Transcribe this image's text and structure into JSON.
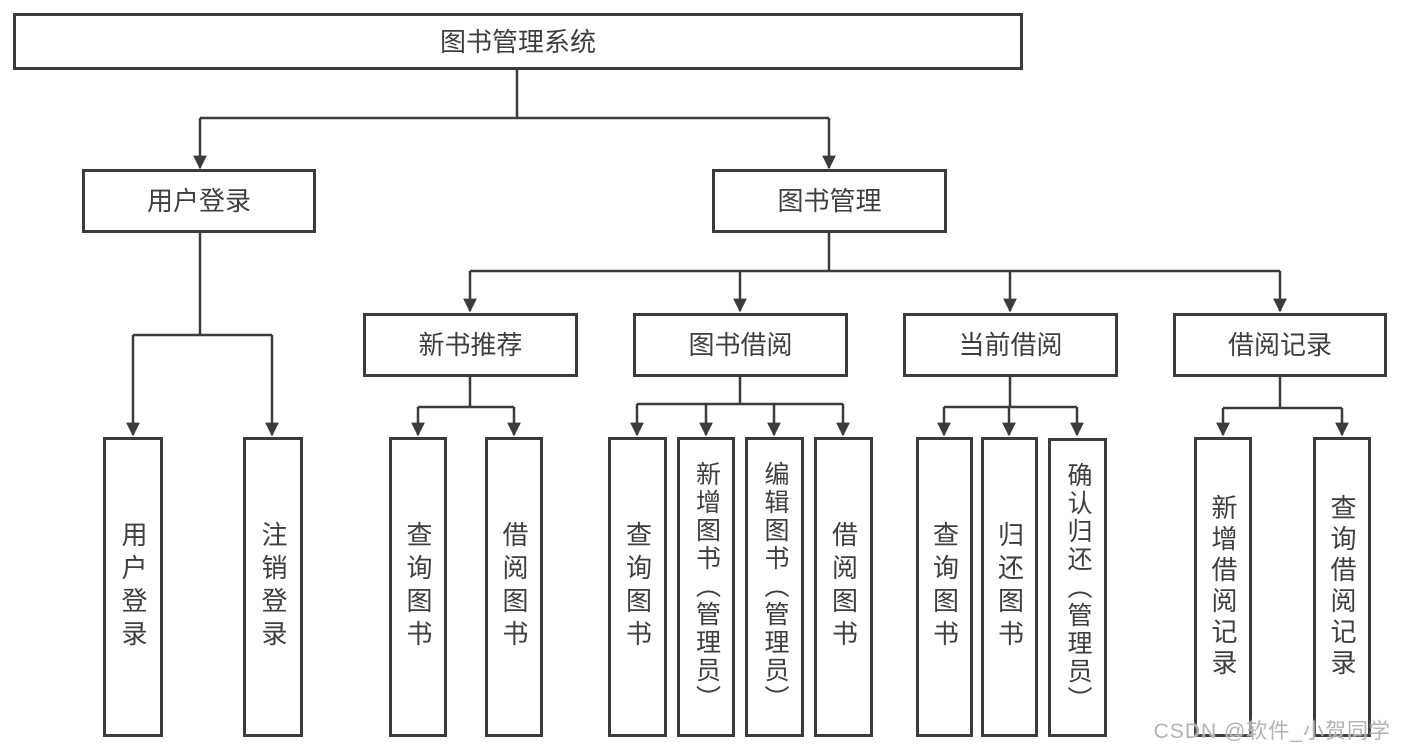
{
  "diagram": {
    "tree": {
      "root": {
        "label": "图书管理系统",
        "children": [
          {
            "label": "用户登录",
            "children": [
              {
                "label": "用户登录"
              },
              {
                "label": "注销登录"
              }
            ]
          },
          {
            "label": "图书管理",
            "children": [
              {
                "label": "新书推荐",
                "children": [
                  {
                    "label": "查询图书"
                  },
                  {
                    "label": "借阅图书"
                  }
                ]
              },
              {
                "label": "图书借阅",
                "children": [
                  {
                    "label": "查询图书"
                  },
                  {
                    "label": "新增图书（管理员）"
                  },
                  {
                    "label": "编辑图书（管理员）"
                  },
                  {
                    "label": "借阅图书"
                  }
                ]
              },
              {
                "label": "当前借阅",
                "children": [
                  {
                    "label": "查询图书"
                  },
                  {
                    "label": "归还图书"
                  },
                  {
                    "label": "确认归还（管理员）"
                  }
                ]
              },
              {
                "label": "借阅记录",
                "children": [
                  {
                    "label": "新增借阅记录"
                  },
                  {
                    "label": "查询借阅记录"
                  }
                ]
              }
            ]
          }
        ]
      }
    }
  },
  "watermark": {
    "text": "CSDN @软件_小贺同学"
  },
  "colors": {
    "line": "#3b3b3b",
    "box_border": "#3b3b3b",
    "box_fill": "#ffffff",
    "text": "#3e3e3e",
    "watermark": "#b3b3b3",
    "background": "#ffffff"
  }
}
